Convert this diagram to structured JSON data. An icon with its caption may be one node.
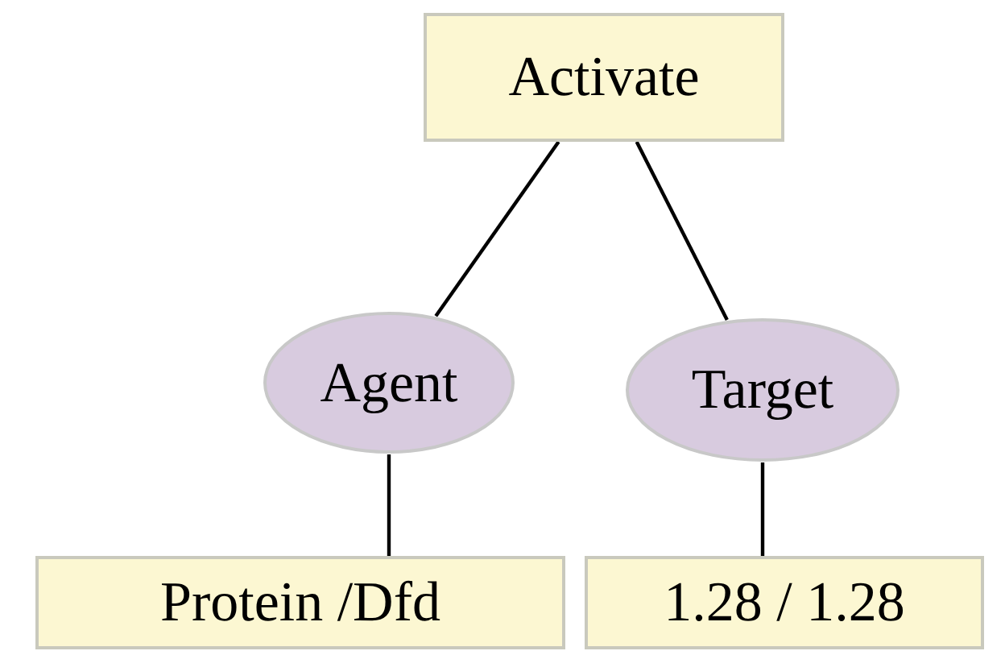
{
  "diagram": {
    "nodes": [
      {
        "text": [
          "Activate"
        ]
      },
      {
        "text": [
          "Agent"
        ]
      },
      {
        "text": [
          "Target"
        ]
      },
      {
        "text": [
          "Protein /Dfd"
        ]
      },
      {
        "text": [
          "1.28 / 1.28"
        ]
      }
    ],
    "edges": [
      {
        "from": 0,
        "to": 1,
        "arrow": "none"
      },
      {
        "from": 0,
        "to": 2,
        "arrow": "none"
      },
      {
        "from": 1,
        "to": 3,
        "arrow": "none"
      },
      {
        "from": 2,
        "to": 4,
        "arrow": "none"
      }
    ]
  }
}
